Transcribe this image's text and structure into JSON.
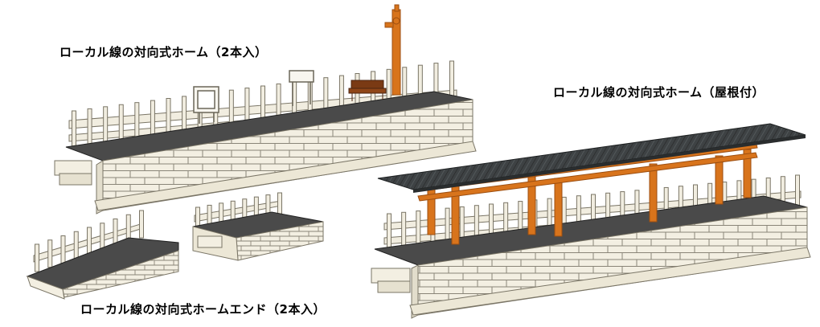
{
  "captions": {
    "platform_two": "ローカル線の対向式ホーム（2本入）",
    "platform_roof": "ローカル線の対向式ホーム（屋根付）",
    "platform_end": "ローカル線の対向式ホームエンド（2本入）"
  },
  "colors": {
    "platform_top": "#4a4a4a",
    "stone": "#f3efe2",
    "stone_line": "#8a8578",
    "fence": "#f1ede0",
    "roof": "#3e4244",
    "timber": "#d8741c",
    "timber_dark": "#9c4e10"
  }
}
